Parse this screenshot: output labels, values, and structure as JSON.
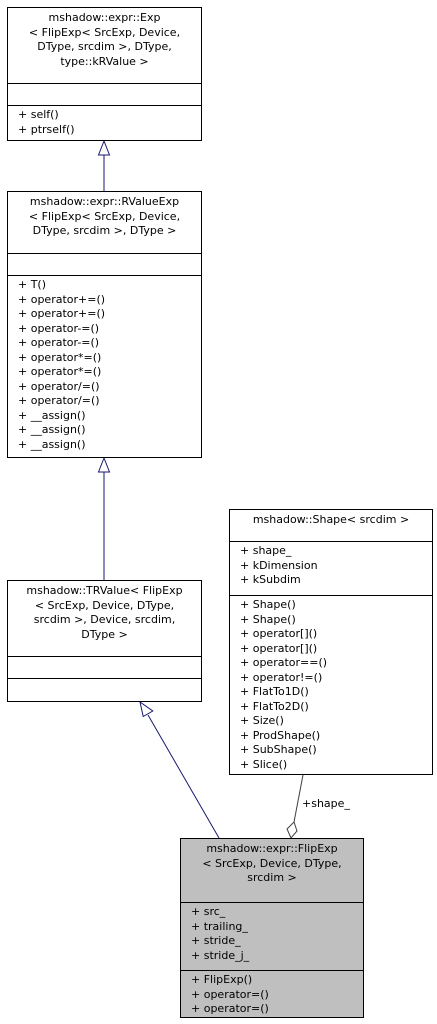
{
  "classes": {
    "exp": {
      "title": [
        "mshadow::expr::Exp",
        "< FlipExp< SrcExp, Device,",
        "DType, srcdim >, DType,",
        "type::kRValue >"
      ],
      "attributes": [],
      "methods": [
        "+ self()",
        "+ ptrself()"
      ]
    },
    "rvalueexp": {
      "title": [
        "mshadow::expr::RValueExp",
        "< FlipExp< SrcExp, Device,",
        "DType, srcdim >, DType >"
      ],
      "attributes": [],
      "methods": [
        "+ T()",
        "+ operator+=()",
        "+ operator+=()",
        "+ operator-=()",
        "+ operator-=()",
        "+ operator*=()",
        "+ operator*=()",
        "+ operator/=()",
        "+ operator/=()",
        "+ __assign()",
        "+ __assign()",
        "+ __assign()"
      ]
    },
    "trvalue": {
      "title": [
        "mshadow::TRValue< FlipExp",
        "< SrcExp, Device, DType,",
        "srcdim >, Device, srcdim,",
        "DType >"
      ],
      "attributes": [],
      "methods": []
    },
    "shape": {
      "title": [
        "mshadow::Shape< srcdim >"
      ],
      "attributes": [
        "+ shape_",
        "+ kDimension",
        "+ kSubdim"
      ],
      "methods": [
        "+ Shape()",
        "+ Shape()",
        "+ operator[]()",
        "+ operator[]()",
        "+ operator==()",
        "+ operator!=()",
        "+ FlatTo1D()",
        "+ FlatTo2D()",
        "+ Size()",
        "+ ProdShape()",
        "+ SubShape()",
        "+ Slice()"
      ]
    },
    "flipexp": {
      "title": [
        "mshadow::expr::FlipExp",
        "< SrcExp, Device, DType,",
        "srcdim >"
      ],
      "attributes": [
        "+ src_",
        "+ trailing_",
        "+ stride_",
        "+ stride_j_"
      ],
      "methods": [
        "+ FlipExp()",
        "+ operator=()",
        "+ operator=()"
      ]
    }
  },
  "edge_labels": {
    "shape_member": "+shape_"
  },
  "colors": {
    "inherit_edge": "#191970",
    "compose_edge": "#404040",
    "highlight_fill": "#bfbfbf"
  }
}
